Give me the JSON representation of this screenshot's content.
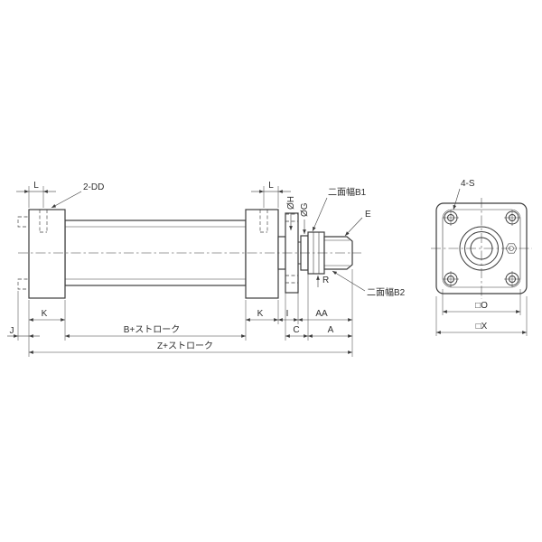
{
  "drawing": {
    "background": "#ffffff",
    "line_color": "#3c3c3c"
  },
  "side_view": {
    "top_labels": {
      "l_left": "L",
      "ports_callout": "2-DD",
      "l_right": "L",
      "rod_dia": "ØH",
      "boss_dia": "ØG",
      "flats_b1": "二面幅B1",
      "thread": "E"
    },
    "right_labels": {
      "flats_b2": "二面幅B2",
      "r": "R"
    },
    "bottom_dims": {
      "k_left": "K",
      "k_right": "K",
      "i": "I",
      "aa": "AA",
      "j": "J",
      "b_stroke": "B+ストローク",
      "c": "C",
      "a": "A",
      "z_stroke": "Z+ストローク"
    }
  },
  "end_view": {
    "bolts_callout": "4-S",
    "dims": {
      "o": "□O",
      "x": "□X"
    }
  }
}
